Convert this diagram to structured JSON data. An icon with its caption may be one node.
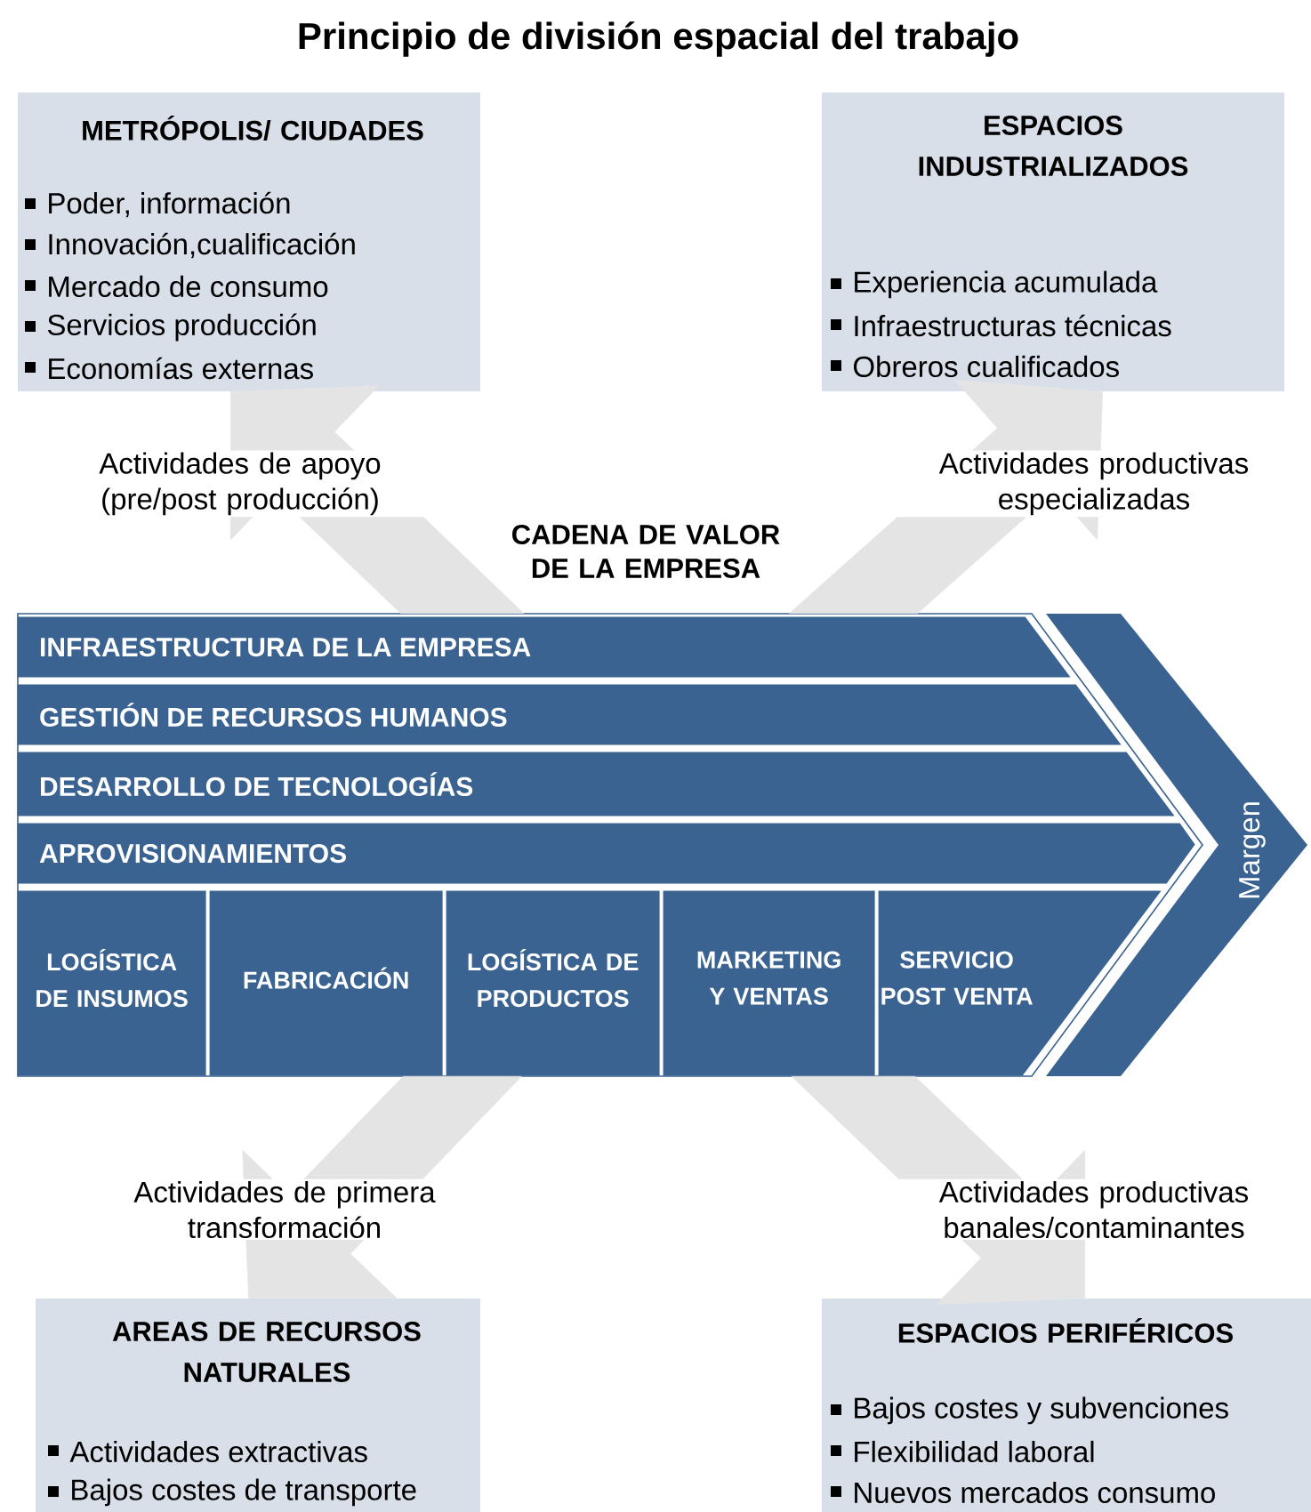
{
  "diagram": {
    "title": "Principio de división espacial del trabajo",
    "nodes": [
      {
        "text": [
          "METRÓPOLIS/ CIUDADES",
          "Poder, información",
          "Innovación,cualificación",
          "Mercado de consumo",
          "Servicios producción",
          "Economías externas"
        ]
      },
      {
        "text": [
          "ESPACIOS INDUSTRIALIZADOS",
          "Experiencia acumulada",
          "Infraestructuras técnicas",
          "Obreros cualificados"
        ]
      },
      {
        "text": [
          "CADENA DE VALOR DE LA EMPRESA"
        ]
      },
      {
        "text": [
          "INFRAESTRUCTURA DE LA EMPRESA"
        ],
        "in": 2
      },
      {
        "text": [
          "GESTIÓN DE RECURSOS HUMANOS"
        ],
        "in": 2
      },
      {
        "text": [
          "DESARROLLO DE TECNOLOGÍAS"
        ],
        "in": 2
      },
      {
        "text": [
          "APROVISIONAMIENTOS"
        ],
        "in": 2
      },
      {
        "text": [
          "LOGÍSTICA DE INSUMOS"
        ],
        "in": 2
      },
      {
        "text": [
          "FABRICACIÓN"
        ],
        "in": 2
      },
      {
        "text": [
          "LOGÍSTICA DE PRODUCTOS"
        ],
        "in": 2
      },
      {
        "text": [
          "MARKETING Y VENTAS"
        ],
        "in": 2
      },
      {
        "text": [
          "SERVICIO POST VENTA"
        ],
        "in": 2
      },
      {
        "text": [
          "Margen"
        ]
      },
      {
        "text": [
          "AREAS DE RECURSOS NATURALES",
          "Actividades extractivas",
          "Bajos costes de transporte"
        ]
      },
      {
        "text": [
          "ESPACIOS PERIFÉRICOS",
          "Bajos costes y subvenciones",
          "Flexibilidad laboral",
          "Nuevos mercados consumo"
        ]
      }
    ],
    "edges": [
      {
        "from": 2,
        "to": 0,
        "arrow": "to",
        "label": "Actividades de apoyo (pre/post producción)",
        "style": "thick",
        "color": "#e4e4e4"
      },
      {
        "from": 2,
        "to": 1,
        "arrow": "to",
        "label": "Actividades productivas especializadas",
        "style": "thick",
        "color": "#e4e4e4"
      },
      {
        "from": 2,
        "to": 13,
        "arrow": "to",
        "label": "Actividades de primera transformación",
        "style": "thick",
        "color": "#e4e4e4"
      },
      {
        "from": 2,
        "to": 14,
        "arrow": "to",
        "label": "Actividades productivas banales/contaminantes",
        "style": "thick",
        "color": "#e4e4e4"
      }
    ]
  }
}
